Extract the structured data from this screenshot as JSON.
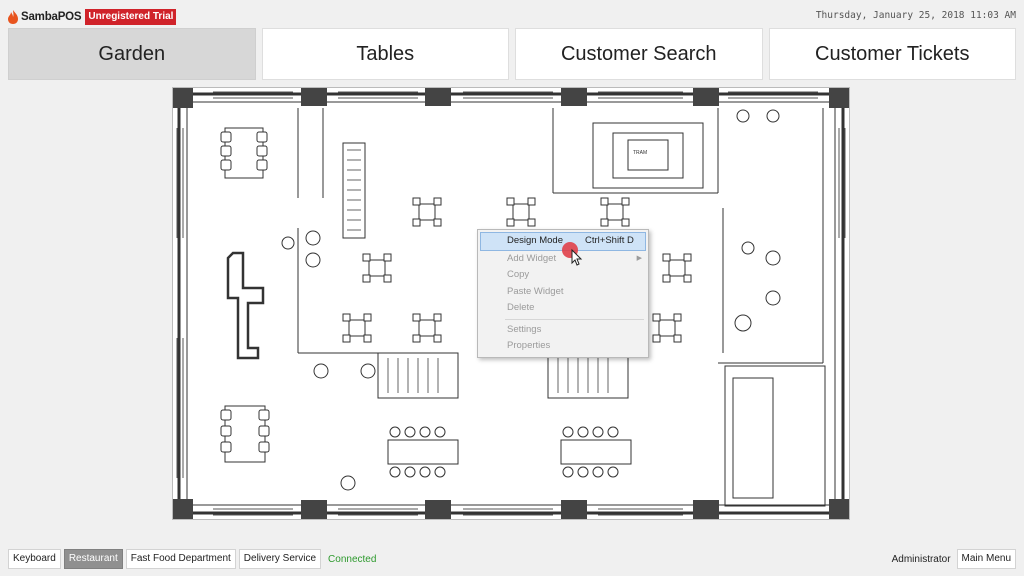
{
  "app": {
    "name": "SambaPOS",
    "trial_badge": "Unregistered Trial",
    "datetime": "Thursday, January 25, 2018 11:03 AM"
  },
  "tabs": [
    {
      "label": "Garden",
      "active": true
    },
    {
      "label": "Tables",
      "active": false
    },
    {
      "label": "Customer Search",
      "active": false
    },
    {
      "label": "Customer Tickets",
      "active": false
    }
  ],
  "floor_plan": {
    "label": "TRAM"
  },
  "context_menu": {
    "items": [
      {
        "label": "Design Mode",
        "shortcut": "Ctrl+Shift D",
        "enabled": true
      },
      {
        "label": "Add Widget",
        "enabled": false,
        "submenu_icon": "chevron-right-icon"
      },
      {
        "label": "Copy",
        "enabled": false
      },
      {
        "label": "Paste Widget",
        "enabled": false
      },
      {
        "label": "Delete",
        "enabled": false
      },
      {
        "label": "Settings",
        "enabled": false
      },
      {
        "label": "Properties",
        "enabled": false
      }
    ]
  },
  "footer": {
    "buttons": [
      "Keyboard",
      "Restaurant",
      "Fast Food Department",
      "Delivery Service"
    ],
    "active_button": "Restaurant",
    "status": "Connected",
    "user": "Administrator",
    "main_menu": "Main Menu"
  },
  "colors": {
    "accent_red": "#d0232a",
    "status_green": "#2e9a2e",
    "active_tab": "#d7d7d7",
    "active_footer": "#909090"
  }
}
